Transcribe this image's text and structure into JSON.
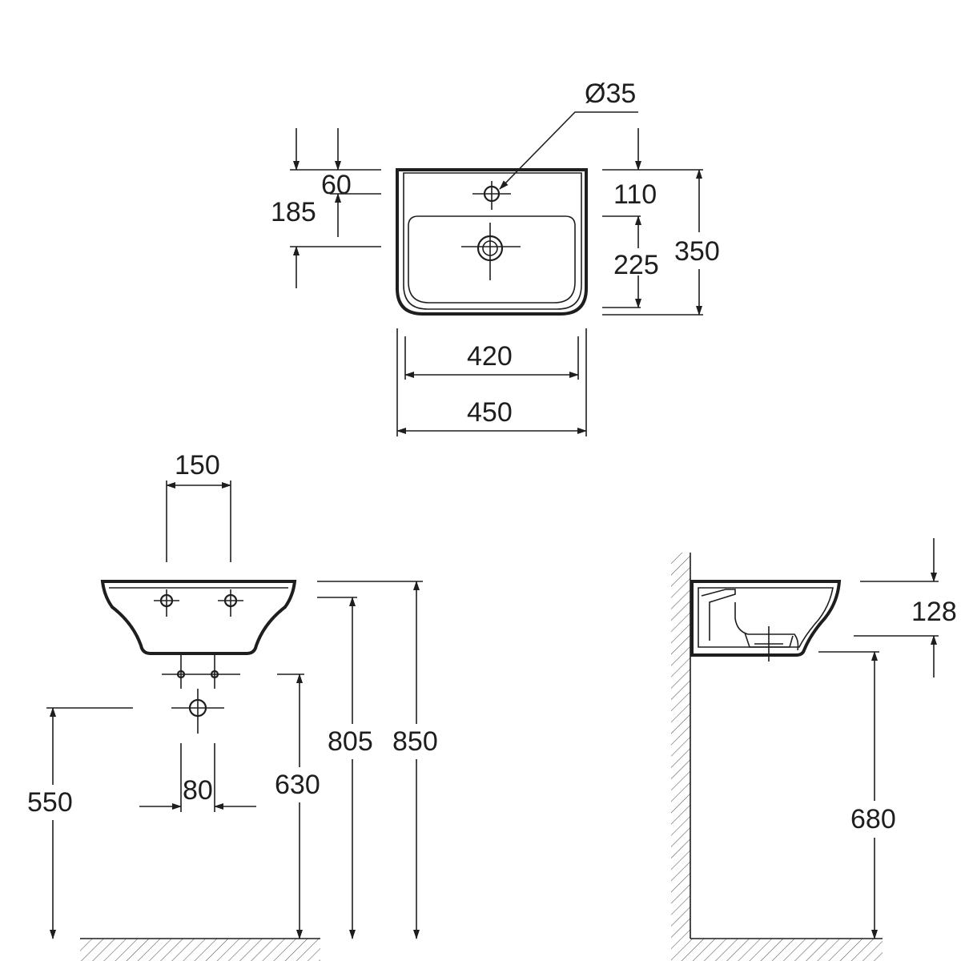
{
  "top_view": {
    "hole_diameter": "Ø35",
    "dim_60": "60",
    "dim_185": "185",
    "dim_110": "110",
    "dim_225": "225",
    "dim_350": "350",
    "dim_420": "420",
    "dim_450": "450"
  },
  "front_view": {
    "dim_150": "150",
    "dim_80": "80",
    "dim_550": "550",
    "dim_630": "630",
    "dim_805": "805",
    "dim_850": "850"
  },
  "side_view": {
    "dim_128": "128",
    "dim_680": "680"
  }
}
